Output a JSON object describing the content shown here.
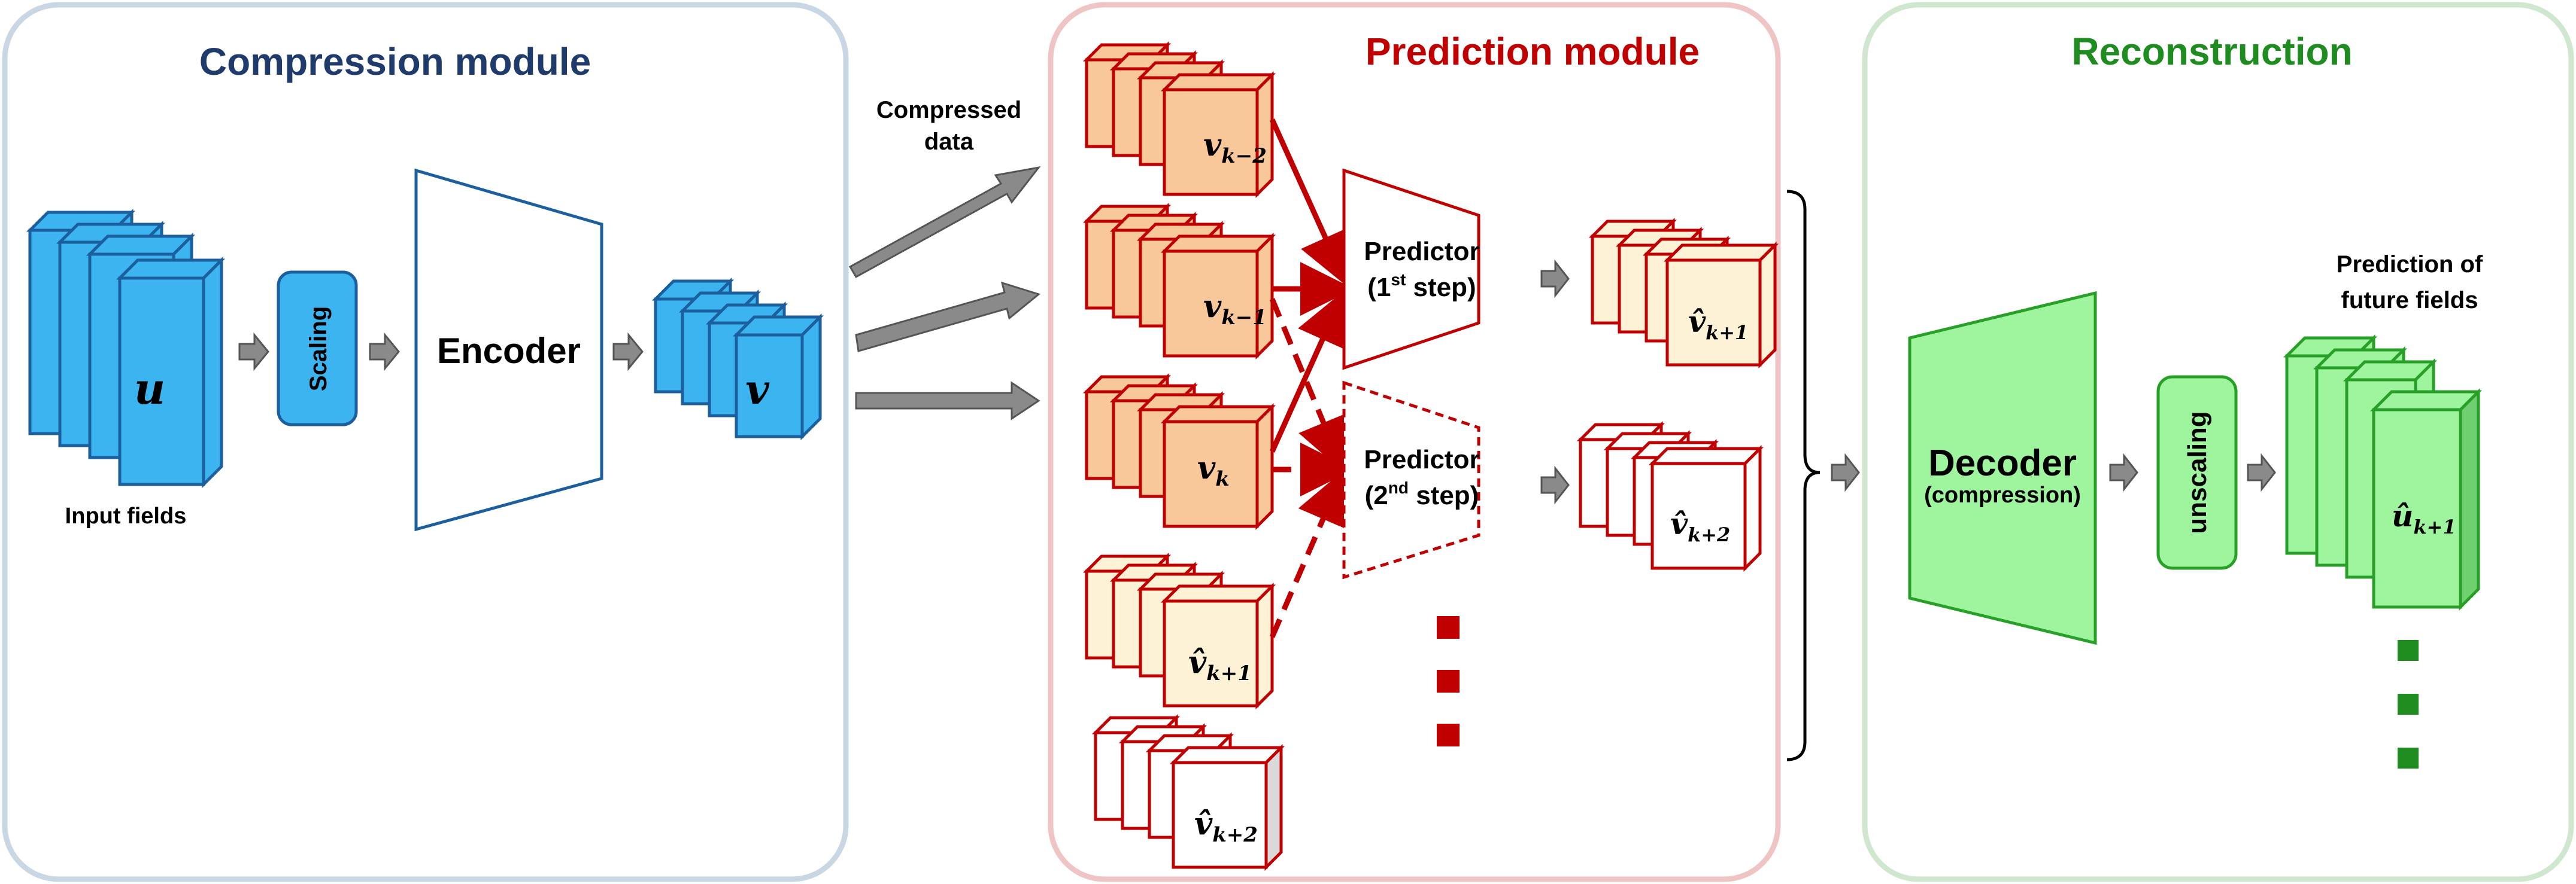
{
  "modules": {
    "compression": {
      "title": "Compression module",
      "color": "#1f3b6b"
    },
    "prediction": {
      "title": "Prediction module",
      "color": "#c00000"
    },
    "reconstruction": {
      "title": "Reconstruction",
      "color": "#1e8c1e"
    }
  },
  "labels": {
    "input_fields": "Input fields",
    "scaling": "Scaling",
    "encoder": "Encoder",
    "compressed_data_1": "Compressed",
    "compressed_data_2": "data",
    "predictor_1_line1": "Predictor",
    "predictor_1_line2_open": "(1",
    "predictor_1_sup": "st",
    "predictor_1_line2_close": " step)",
    "predictor_2_line1": "Predictor",
    "predictor_2_line2_open": "(2",
    "predictor_2_sup": "nd",
    "predictor_2_line2_close": " step)",
    "decoder": "Decoder",
    "decoder_sub": "(compression)",
    "unscaling": "unscaling",
    "prediction_future_1": "Prediction of",
    "prediction_future_2": "future fields"
  },
  "symbols": {
    "u": "u",
    "v": "v",
    "v_km2_base": "v",
    "v_km2_sub": "k−2",
    "v_km1_base": "v",
    "v_km1_sub": "k−1",
    "v_k_base": "v",
    "v_k_sub": "k",
    "vhat_kp1_base": "v̂",
    "vhat_kp1_sub": "k+1",
    "vhat_kp2_base": "v̂",
    "vhat_kp2_sub": "k+2",
    "uhat_kp1_base": "û",
    "uhat_kp1_sub": "k+1"
  },
  "colors": {
    "blue_fill": "#3cb4f0",
    "blue_stroke": "#1c5f9e",
    "orange_fill": "#f9c89a",
    "light_fill": "#fdf2d6",
    "red_stroke": "#c00000",
    "green_fill": "#9ef59e",
    "green_stroke": "#28a028",
    "gray_arrow": "#808080"
  }
}
